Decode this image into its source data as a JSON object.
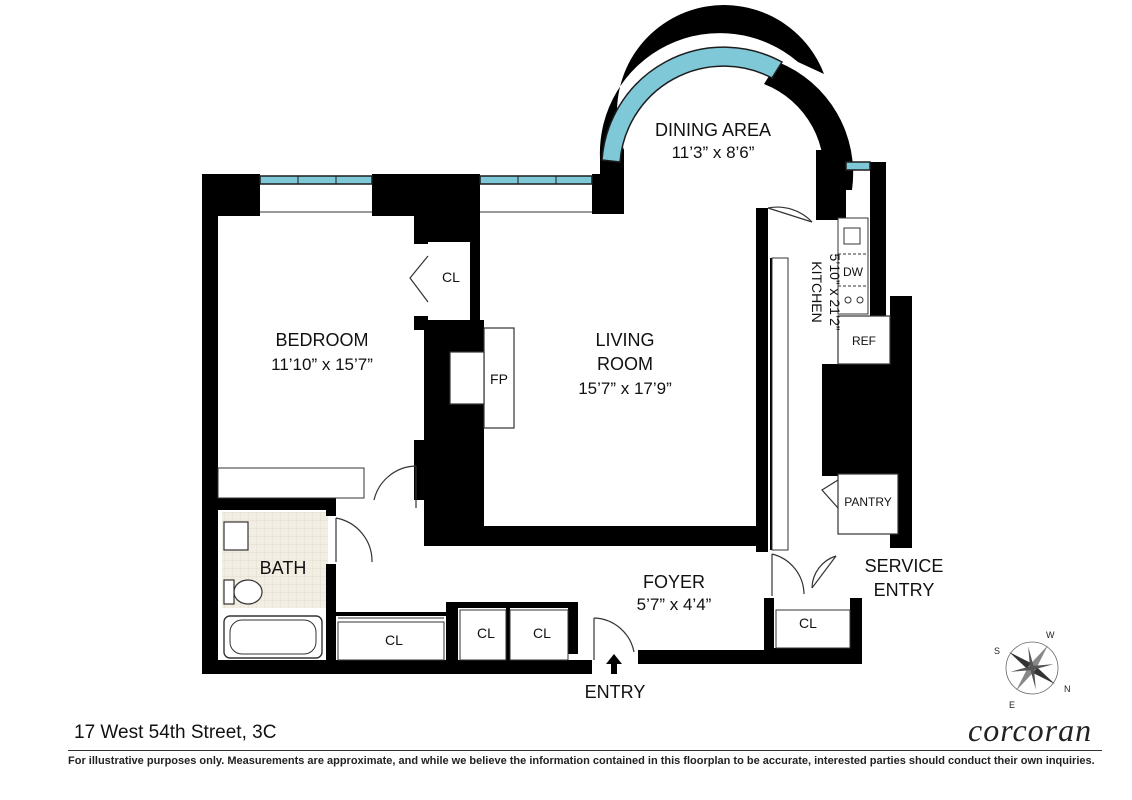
{
  "rooms": {
    "dining": {
      "name": "DINING AREA",
      "dim": "11’3” x 8’6”"
    },
    "living": {
      "name_line1": "LIVING",
      "name_line2": "ROOM",
      "dim": "15’7” x 17’9”"
    },
    "bedroom": {
      "name": "BEDROOM",
      "dim": "11’10” x 15’7”"
    },
    "kitchen": {
      "name": "KITCHEN",
      "dim": "5’10” x 21’2”"
    },
    "bath": {
      "name": "BATH"
    },
    "foyer": {
      "name": "FOYER",
      "dim": "5’7” x 4’4”"
    },
    "service_entry": {
      "line1": "SERVICE",
      "line2": "ENTRY"
    },
    "pantry": {
      "name": "PANTRY"
    }
  },
  "fixtures": {
    "fireplace": "FP",
    "closet": "CL",
    "dishwasher": "DW",
    "refrigerator": "REF"
  },
  "entry_label": "ENTRY",
  "compass": {
    "n": "N",
    "s": "S",
    "e": "E",
    "w": "W"
  },
  "address": "17 West 54th Street, 3C",
  "brand": "corcoran",
  "disclaimer": "For illustrative purposes only.  Measurements are approximate, and while we believe the information contained in this floorplan to be accurate, interested parties should conduct their own inquiries.",
  "colors": {
    "wall": "#000000",
    "window": "#7ec8d8",
    "bath_tile": "#f2ede2"
  }
}
